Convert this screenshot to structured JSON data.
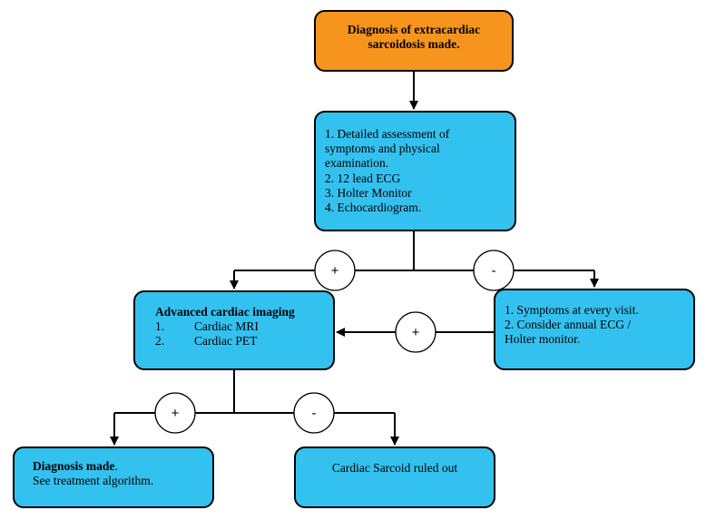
{
  "start": {
    "lines": [
      "Diagnosis of extracardiac",
      "sarcoidosis made."
    ]
  },
  "assessment": {
    "lines": [
      "1. Detailed assessment of",
      "symptoms and physical",
      "examination.",
      "2. 12 lead ECG",
      "3. Holter Monitor",
      "4. Echocardiogram."
    ]
  },
  "imaging": {
    "title": "Advanced cardiac imaging",
    "items": [
      {
        "num": "1.",
        "text": "Cardiac MRI"
      },
      {
        "num": "2.",
        "text": "Cardiac PET"
      }
    ]
  },
  "followup": {
    "lines": [
      "1. Symptoms at every visit.",
      "2. Consider annual ECG /",
      "Holter monitor."
    ]
  },
  "diagnosis": {
    "title": "Diagnosis made",
    "title_suffix": ".",
    "line2": "See treatment algorithm."
  },
  "ruled_out": {
    "text": "Cardiac Sarcoid ruled out"
  },
  "signs": {
    "positive": "+",
    "negative": "-"
  },
  "colors": {
    "start_box": "#f7941d",
    "step_box": "#33c1ef",
    "lines": "#000000"
  }
}
